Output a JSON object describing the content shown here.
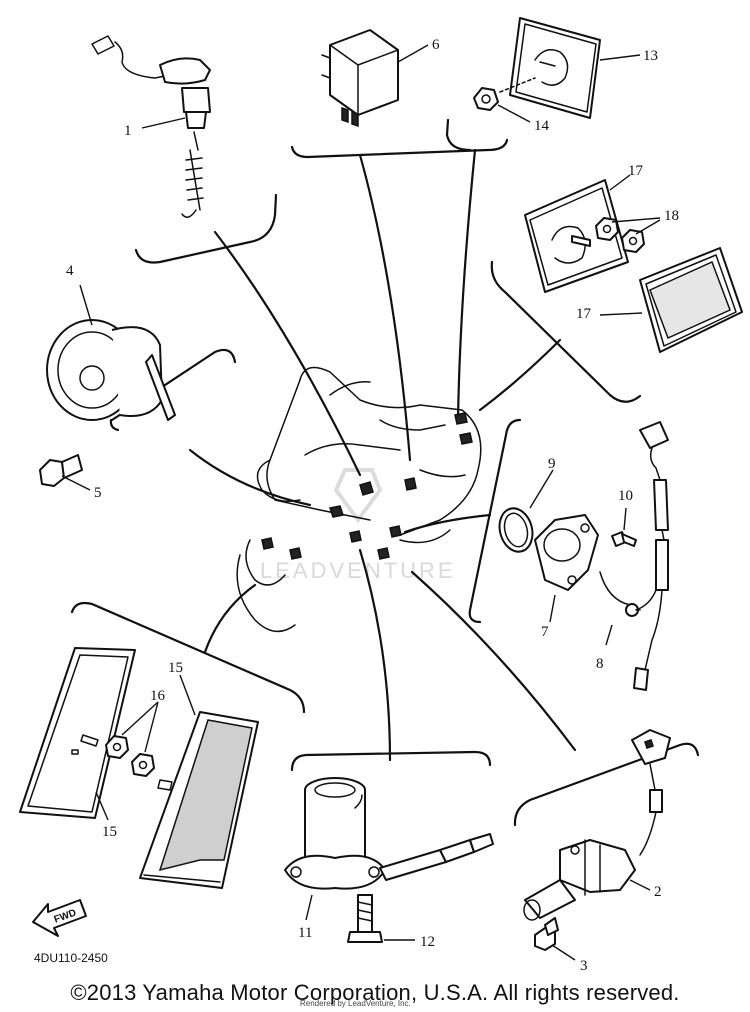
{
  "diagram": {
    "code": "4DU110-2450",
    "fwd_label": "FWD",
    "watermark": "LEADVENTURE",
    "callouts": [
      "1",
      "4",
      "5",
      "6",
      "13",
      "14",
      "17",
      "18",
      "17",
      "9",
      "10",
      "7",
      "8",
      "15",
      "16",
      "15",
      "11",
      "12",
      "2",
      "3"
    ]
  },
  "footer": {
    "copyright": "©2013 Yamaha Motor Corporation, U.S.A. All rights reserved.",
    "rendered_by": "Rendered by LeadVenture, Inc."
  }
}
